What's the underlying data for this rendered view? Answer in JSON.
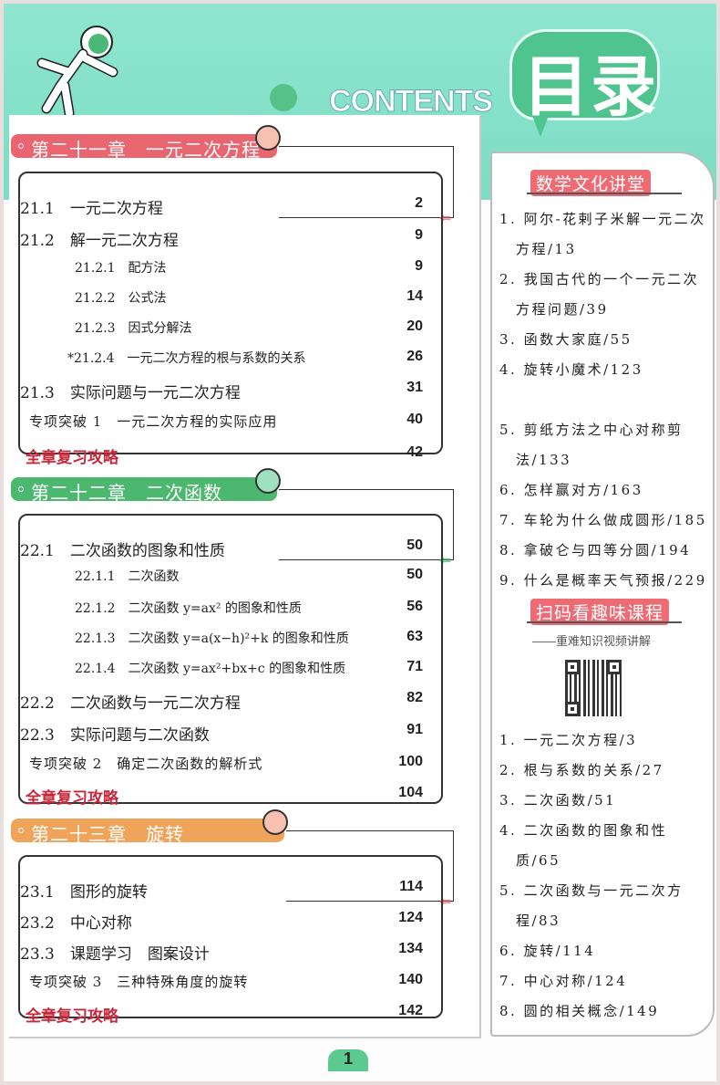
{
  "header": {
    "title_cn": "目录",
    "title_en": "CONTENTS"
  },
  "colors": {
    "teal_bg": "#7ddcc3",
    "ch21": "#e9656f",
    "ch22": "#4cb86f",
    "ch23": "#f0a45a",
    "review_red": "#c8283a",
    "right_title": "#ef6b74"
  },
  "chapters": [
    {
      "title": "第二十一章　一元二次方程",
      "rows": [
        {
          "type": "l1",
          "text": "21.1　一元二次方程",
          "page": "2"
        },
        {
          "type": "l1",
          "text": "21.2　解一元二次方程",
          "page": "9"
        },
        {
          "type": "l2",
          "text": "21.2.1　配方法",
          "page": "9"
        },
        {
          "type": "l2",
          "text": "21.2.2　公式法",
          "page": "14"
        },
        {
          "type": "l2",
          "text": "21.2.3　因式分解法",
          "page": "20"
        },
        {
          "type": "l2s",
          "text": "*21.2.4　一元二次方程的根与系数的关系",
          "page": "26"
        },
        {
          "type": "l1",
          "text": "21.3　实际问题与一元二次方程",
          "page": "31"
        },
        {
          "type": "sp",
          "text": "专项突破 1　一元二次方程的实际应用",
          "page": "40"
        },
        {
          "type": "rv",
          "text": "全章复习攻略",
          "page": "42"
        }
      ]
    },
    {
      "title": "第二十二章　二次函数",
      "rows": [
        {
          "type": "l1",
          "text": "22.1　二次函数的图象和性质",
          "page": "50"
        },
        {
          "type": "l2",
          "text": "22.1.1　二次函数",
          "page": "50"
        },
        {
          "type": "l2",
          "text": "22.1.2　二次函数 y=ax² 的图象和性质",
          "page": "56"
        },
        {
          "type": "l2",
          "text": "22.1.3　二次函数 y=a(x−h)²+k 的图象和性质",
          "page": "63"
        },
        {
          "type": "l2",
          "text": "22.1.4　二次函数 y=ax²+bx+c 的图象和性质",
          "page": "71"
        },
        {
          "type": "l1",
          "text": "22.2　二次函数与一元二次方程",
          "page": "82"
        },
        {
          "type": "l1",
          "text": "22.3　实际问题与二次函数",
          "page": "91"
        },
        {
          "type": "sp",
          "text": "专项突破 2　确定二次函数的解析式",
          "page": "100"
        },
        {
          "type": "rv",
          "text": "全章复习攻略",
          "page": "104"
        }
      ]
    },
    {
      "title": "第二十三章　旋转",
      "rows": [
        {
          "type": "l1",
          "text": "23.1　图形的旋转",
          "page": "114"
        },
        {
          "type": "l1",
          "text": "23.2　中心对称",
          "page": "124"
        },
        {
          "type": "l1",
          "text": "23.3　课题学习　图案设计",
          "page": "134"
        },
        {
          "type": "sp",
          "text": "专项突破 3　三种特殊角度的旋转",
          "page": "140"
        },
        {
          "type": "rv",
          "text": "全章复习攻略",
          "page": "142"
        }
      ]
    }
  ],
  "culture": {
    "title": "数学文化讲堂",
    "items": [
      "1. 阿尔-花剌子米解一元二次方程/13",
      "2. 我国古代的一个一元二次方程问题/39",
      "3. 函数大家庭/55",
      "4. 旋转小魔术/123",
      "5. 剪纸方法之中心对称剪法/133",
      "6. 怎样赢对方/163",
      "7. 车轮为什么做成圆形/185",
      "8. 拿破仑与四等分圆/194",
      "9. 什么是概率天气预报/229"
    ]
  },
  "videos": {
    "title": "扫码看趣味课程",
    "subtitle": "——重难知识视频讲解",
    "items": [
      "1. 一元二次方程/3",
      "2. 根与系数的关系/27",
      "3. 二次函数/51",
      "4. 二次函数的图象和性质/65",
      "5. 二次函数与一元二次方程/83",
      "6. 旋转/114",
      "7. 中心对称/124",
      "8. 圆的相关概念/149"
    ]
  },
  "page_number": "1"
}
